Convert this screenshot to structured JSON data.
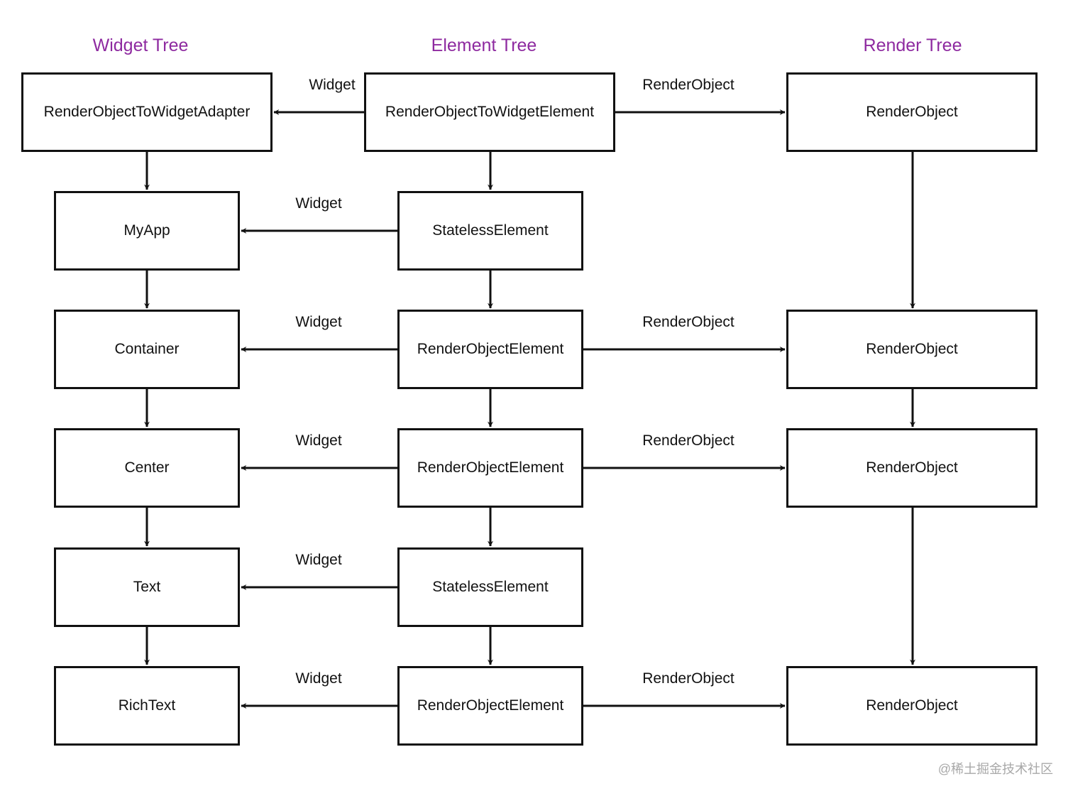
{
  "columns": {
    "widget": "Widget Tree",
    "element": "Element Tree",
    "render": "Render Tree"
  },
  "widget_tree": [
    "RenderObjectToWidgetAdapter",
    "MyApp",
    "Container",
    "Center",
    "Text",
    "RichText"
  ],
  "element_tree": [
    "RenderObjectToWidgetElement",
    "StatelessElement",
    "RenderObjectElement",
    "RenderObjectElement",
    "StatelessElement",
    "RenderObjectElement"
  ],
  "render_tree": [
    "RenderObject",
    "RenderObject",
    "RenderObject",
    "RenderObject"
  ],
  "edge_labels": {
    "widget": "Widget",
    "render_object": "RenderObject"
  },
  "render_links": [
    0,
    2,
    3,
    5
  ],
  "watermark": "@稀土掘金技术社区",
  "colors": {
    "title": "#8e2aa0",
    "stroke": "#111111"
  }
}
